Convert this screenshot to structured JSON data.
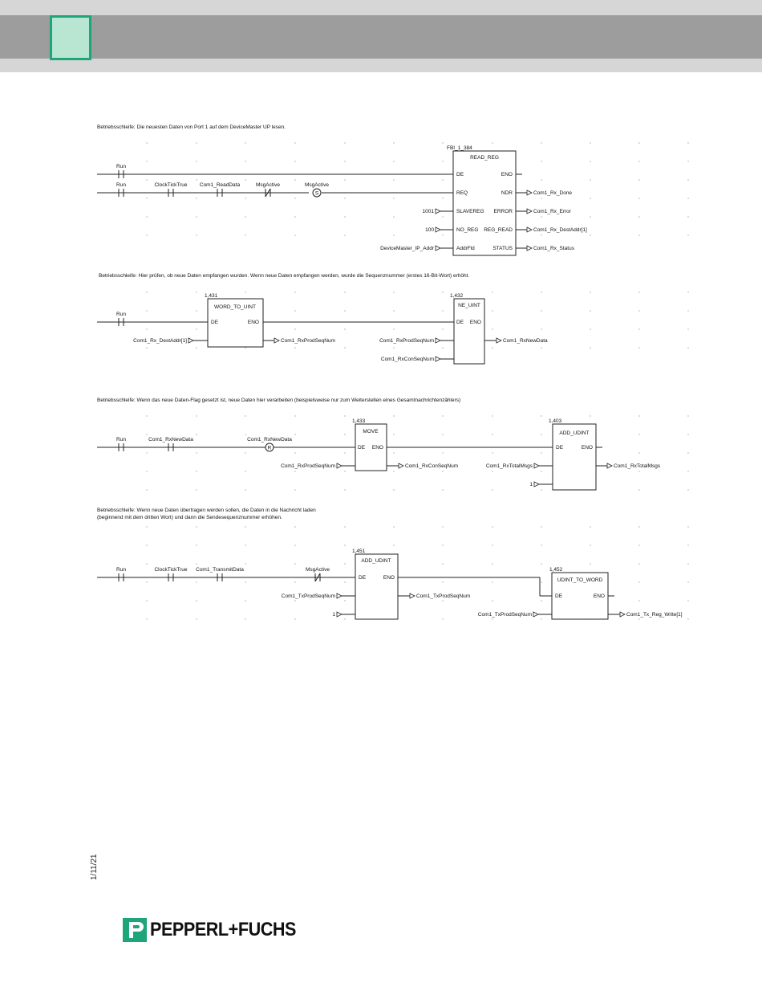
{
  "footer": {
    "date": "1/11/21",
    "brand": "PEPPERL+FUCHS"
  },
  "rungs": [
    {
      "comment": [
        "Betriebsschleife: Die neuesten Daten von Port 1 auf dem DeviceMaster UP lesen."
      ],
      "contacts": [
        {
          "label": "Run",
          "type": "NO"
        },
        {
          "label": "Run",
          "type": "NO"
        },
        {
          "label": "ClockTickTrue",
          "type": "NO"
        },
        {
          "label": "Com1_ReadData",
          "type": "NO"
        },
        {
          "label": "MsgActive",
          "type": "NC"
        }
      ],
      "coils": [
        {
          "label": "MsgActive",
          "type": "S"
        }
      ],
      "blocks": [
        {
          "id": "FBI_1_384",
          "name": "READ_REG",
          "inputs": [
            "DE",
            "REQ",
            "SLAVEREG",
            "NO_REG",
            "AddrFld"
          ],
          "outputs": [
            "ENO",
            "NDR",
            "ERROR",
            "REG_READ",
            "STATUS"
          ],
          "input_vars": [
            "1001",
            "100",
            "DeviceMaster_IP_Addr"
          ],
          "output_vars": [
            "Com1_Rx_Done",
            "Com1_Rx_Error",
            "Com1_Rx_DestAddr[1]",
            "Com1_Rx_Status"
          ]
        }
      ]
    },
    {
      "comment": [
        "Betriebsschleife: Hier prüfen, ob neue Daten empfangen wurden. Wenn neue Daten empfangen werden, wurde die Sequenznummer (erstes 16-Bit-Wort) erhöht."
      ],
      "contacts": [
        {
          "label": "Run",
          "type": "NO"
        }
      ],
      "blocks": [
        {
          "id": "1,431",
          "name": "WORD_TO_UINT",
          "inputs": [
            "DE"
          ],
          "outputs": [
            "ENO"
          ],
          "input_vars": [
            "Com1_Rx_DestAddr[1]"
          ],
          "output_vars": [
            "Com1_RxProdSeqNum"
          ]
        },
        {
          "id": "1,432",
          "name": "NE_UINT",
          "inputs": [
            "DE"
          ],
          "outputs": [
            "ENO"
          ],
          "input_vars": [
            "Com1_RxProdSeqNum",
            "Com1_RxConSeqNum"
          ],
          "output_vars": [
            "Com1_RxNewData"
          ]
        }
      ]
    },
    {
      "comment": [
        "Betriebsschleife: Wenn das neue Daten-Flag gesetzt ist, neue Daten hier verarbeiten (beispielsweise nur zum Weiterstellen eines Gesamtnachrichtenzählers)"
      ],
      "contacts": [
        {
          "label": "Run",
          "type": "NO"
        },
        {
          "label": "Com1_RxNewData",
          "type": "NO"
        }
      ],
      "coils": [
        {
          "label": "Com1_RxNewData",
          "type": "R"
        }
      ],
      "blocks": [
        {
          "id": "1,433",
          "name": "MOVE",
          "inputs": [
            "DE"
          ],
          "outputs": [
            "ENO"
          ],
          "input_vars": [
            "Com1_RxProdSeqNum"
          ],
          "output_vars": [
            "Com1_RxConSeqNum"
          ]
        },
        {
          "id": "1,403",
          "name": "ADD_UDINT",
          "inputs": [
            "DE"
          ],
          "outputs": [
            "ENO"
          ],
          "input_vars": [
            "Com1_RxTotalMsgs",
            "1"
          ],
          "output_vars": [
            "Com1_RxTotalMsgs"
          ]
        }
      ]
    },
    {
      "comment": [
        "Betriebsschleife: Wenn neue Daten übertragen werden sollen, die Daten in die Nachricht laden",
        "(beginnend mit dem dritten Wort) und dann die Sendesequenznummer erhöhen."
      ],
      "contacts": [
        {
          "label": "Run",
          "type": "NO"
        },
        {
          "label": "ClockTickTrue",
          "type": "NO"
        },
        {
          "label": "Com1_TransmitData",
          "type": "NO"
        },
        {
          "label": "MsgActive",
          "type": "NC"
        }
      ],
      "blocks": [
        {
          "id": "1,451",
          "name": "ADD_UDINT",
          "inputs": [
            "DE"
          ],
          "outputs": [
            "ENO"
          ],
          "input_vars": [
            "Com1_TxProdSeqNum",
            "1"
          ],
          "output_vars": [
            "Com1_TxProdSeqNum"
          ]
        },
        {
          "id": "1,452",
          "name": "UDINT_TO_WORD",
          "inputs": [
            "DE"
          ],
          "outputs": [
            "ENO"
          ],
          "input_vars": [
            "Com1_TxProdSeqNum"
          ],
          "output_vars": [
            "Com1_Tx_Reg_Write[1]"
          ]
        }
      ]
    }
  ]
}
